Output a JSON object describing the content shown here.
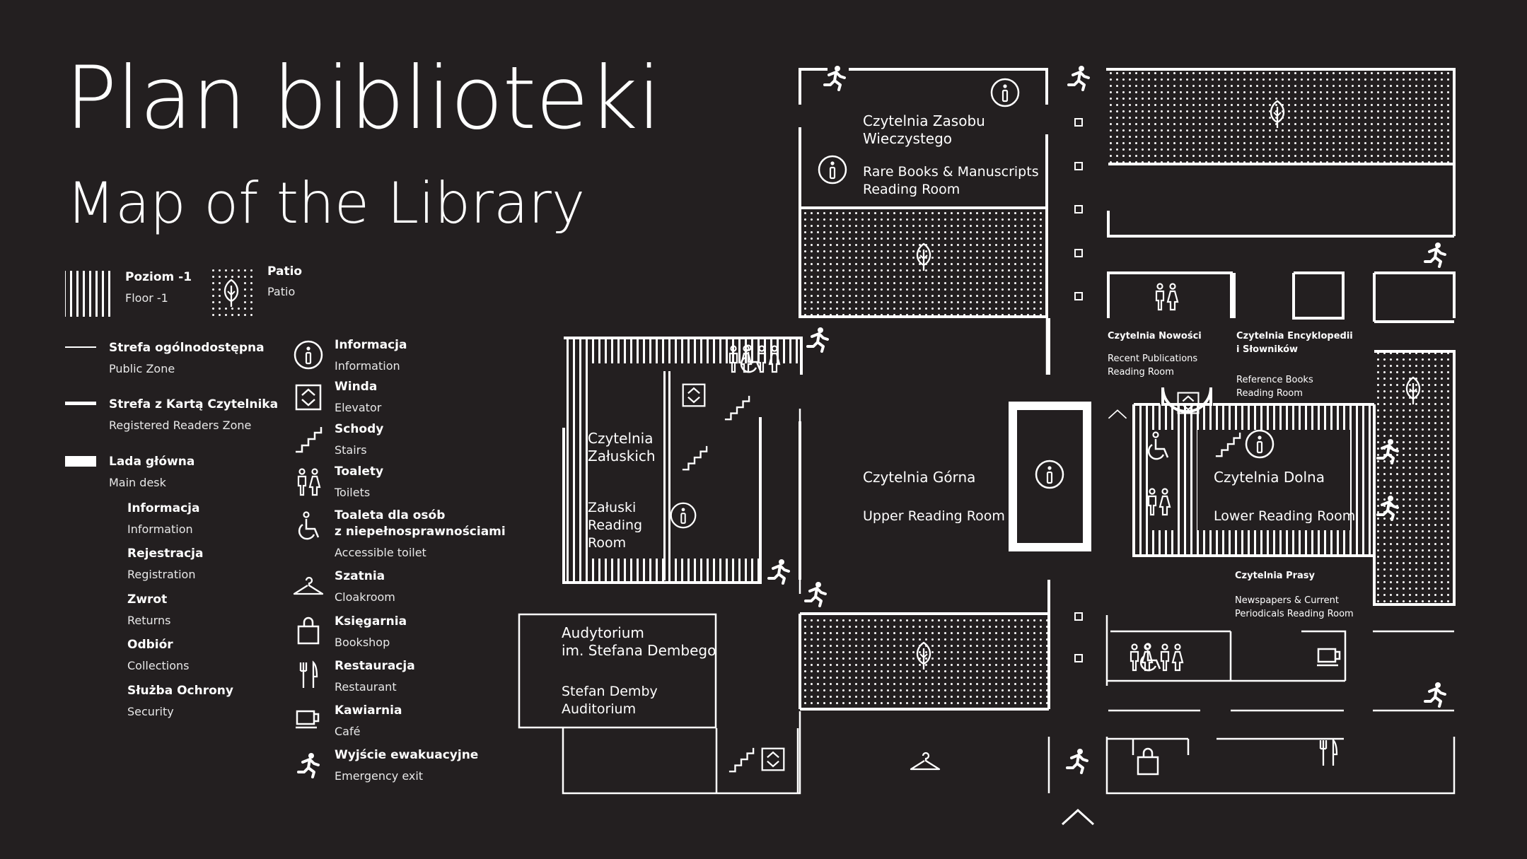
{
  "title": {
    "pl": "Plan biblioteki",
    "en": "Map of the Library"
  },
  "legend_zones": [
    {
      "key": "floor-minus-1",
      "pl": "Poziom -1",
      "en": "Floor -1"
    },
    {
      "key": "patio",
      "pl": "Patio",
      "en": "Patio"
    },
    {
      "key": "public-zone",
      "pl": "Strefa ogólnodostępna",
      "en": "Public Zone"
    },
    {
      "key": "readers-zone",
      "pl": "Strefa z Kartą Czytelnika",
      "en": "Registered Readers Zone"
    },
    {
      "key": "main-desk",
      "pl": "Lada główna",
      "en": "Main desk"
    }
  ],
  "desk_services": [
    {
      "pl": "Informacja",
      "en": "Information"
    },
    {
      "pl": "Rejestracja",
      "en": "Registration"
    },
    {
      "pl": "Zwrot",
      "en": "Returns"
    },
    {
      "pl": "Odbiór",
      "en": "Collections"
    },
    {
      "pl": "Służba Ochrony",
      "en": "Security"
    }
  ],
  "legend_icons": [
    {
      "icon": "info-icon",
      "pl": "Informacja",
      "en": "Information"
    },
    {
      "icon": "elevator-icon",
      "pl": "Winda",
      "en": "Elevator"
    },
    {
      "icon": "stairs-icon",
      "pl": "Schody",
      "en": "Stairs"
    },
    {
      "icon": "toilets-icon",
      "pl": "Toalety",
      "en": "Toilets"
    },
    {
      "icon": "accessible-toilet-icon",
      "pl": "Toaleta dla osób",
      "pl2": "z niepełnosprawnościami",
      "en": "Accessible toilet"
    },
    {
      "icon": "cloakroom-icon",
      "pl": "Szatnia",
      "en": "Cloakroom"
    },
    {
      "icon": "bookshop-icon",
      "pl": "Księgarnia",
      "en": "Bookshop"
    },
    {
      "icon": "restaurant-icon",
      "pl": "Restauracja",
      "en": "Restaurant"
    },
    {
      "icon": "cafe-icon",
      "pl": "Kawiarnia",
      "en": "Café"
    },
    {
      "icon": "emergency-exit-icon",
      "pl": "Wyjście ewakuacyjne",
      "en": "Emergency exit"
    }
  ],
  "rooms": {
    "rare_books": {
      "pl1": "Czytelnia Zasobu",
      "pl2": "Wieczystego",
      "en1": "Rare Books & Manuscripts",
      "en2": "Reading Room"
    },
    "zaluski": {
      "pl1": "Czytelnia",
      "pl2": "Załuskich",
      "en1": "Załuski",
      "en2": "Reading",
      "en3": "Room"
    },
    "upper": {
      "pl": "Czytelnia Górna",
      "en": "Upper Reading Room"
    },
    "lower": {
      "pl": "Czytelnia Dolna",
      "en": "Lower Reading Room"
    },
    "auditorium": {
      "pl1": "Audytorium",
      "pl2": "im. Stefana Dembego",
      "en1": "Stefan Demby",
      "en2": "Auditorium"
    },
    "new_pubs": {
      "pl": "Czytelnia Nowości",
      "en1": "Recent Publications",
      "en2": "Reading Room"
    },
    "encyclopedia": {
      "pl1": "Czytelnia Encyklopedii",
      "pl2": "i Słowników",
      "en1": "Reference Books",
      "en2": "Reading Room"
    },
    "press": {
      "pl": "Czytelnia Prasy",
      "en1": "Newspapers & Current",
      "en2": "Periodicals Reading Room"
    }
  },
  "colors": {
    "background": "#231f20",
    "foreground": "#ffffff"
  }
}
